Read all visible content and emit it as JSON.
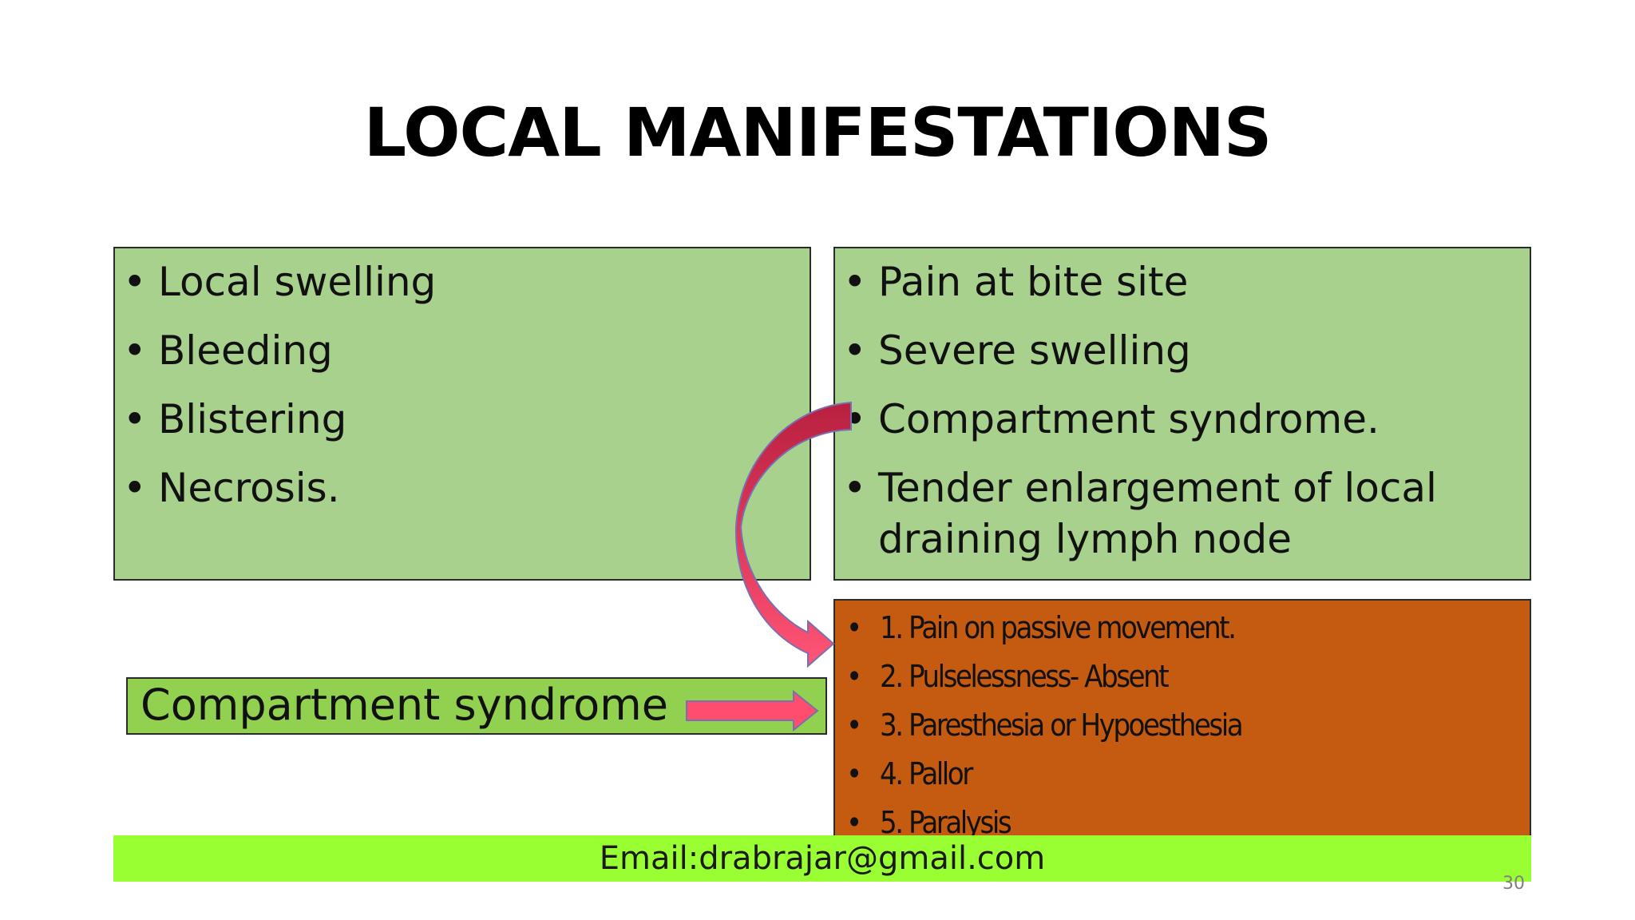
{
  "slide": {
    "title": "LOCAL MANIFESTATIONS",
    "left_box": {
      "items": [
        "Local swelling",
        "Bleeding",
        "Blistering",
        "Necrosis."
      ]
    },
    "right_box": {
      "items": [
        "Pain at bite site",
        "Severe swelling",
        "Compartment syndrome.",
        "Tender enlargement of local draining lymph node"
      ]
    },
    "compartment_label": "Compartment syndrome",
    "signs": {
      "items": [
        "1. Pain on passive movement.",
        "2. Pulselessness- Absent",
        "3. Paresthesia or Hypoesthesia",
        "4. Pallor",
        "5. Paralysis"
      ]
    },
    "footer": {
      "email": "Email:drabrajar@gmail.com"
    },
    "page_number": "30"
  },
  "colors": {
    "box_green": "#a9d18e",
    "label_green": "#92d050",
    "signs_orange": "#c55a11",
    "footer_green": "#99ff33",
    "arrow_pink": "#ff4d6d",
    "arrow_crimson": "#c8284a"
  }
}
